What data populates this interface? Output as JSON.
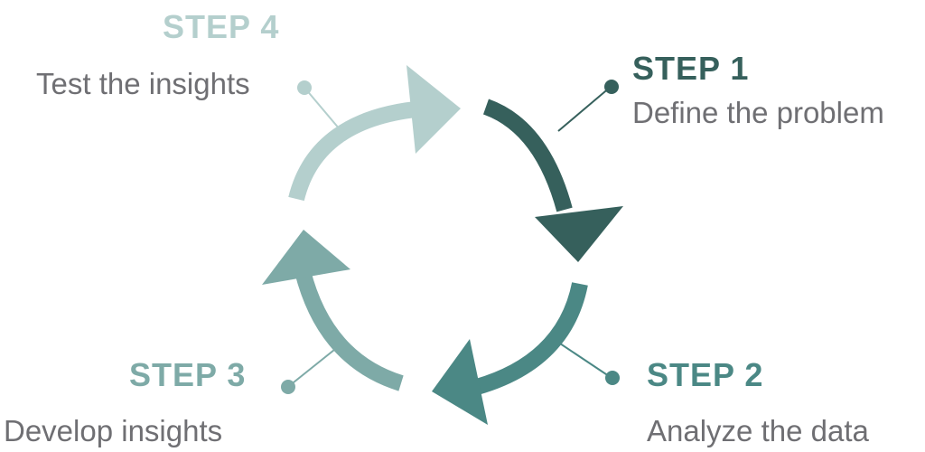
{
  "colors": {
    "step1": "#36605c",
    "step2": "#4b8885",
    "step3": "#7eaaa7",
    "step4": "#b4cfcd",
    "description_text": "#6f6f73"
  },
  "steps": [
    {
      "id": "step1",
      "title": "STEP 1",
      "description": "Define the problem"
    },
    {
      "id": "step2",
      "title": "STEP 2",
      "description": "Analyze the data"
    },
    {
      "id": "step3",
      "title": "STEP 3",
      "description": "Develop insights"
    },
    {
      "id": "step4",
      "title": "STEP 4",
      "description": "Test the insights"
    }
  ]
}
